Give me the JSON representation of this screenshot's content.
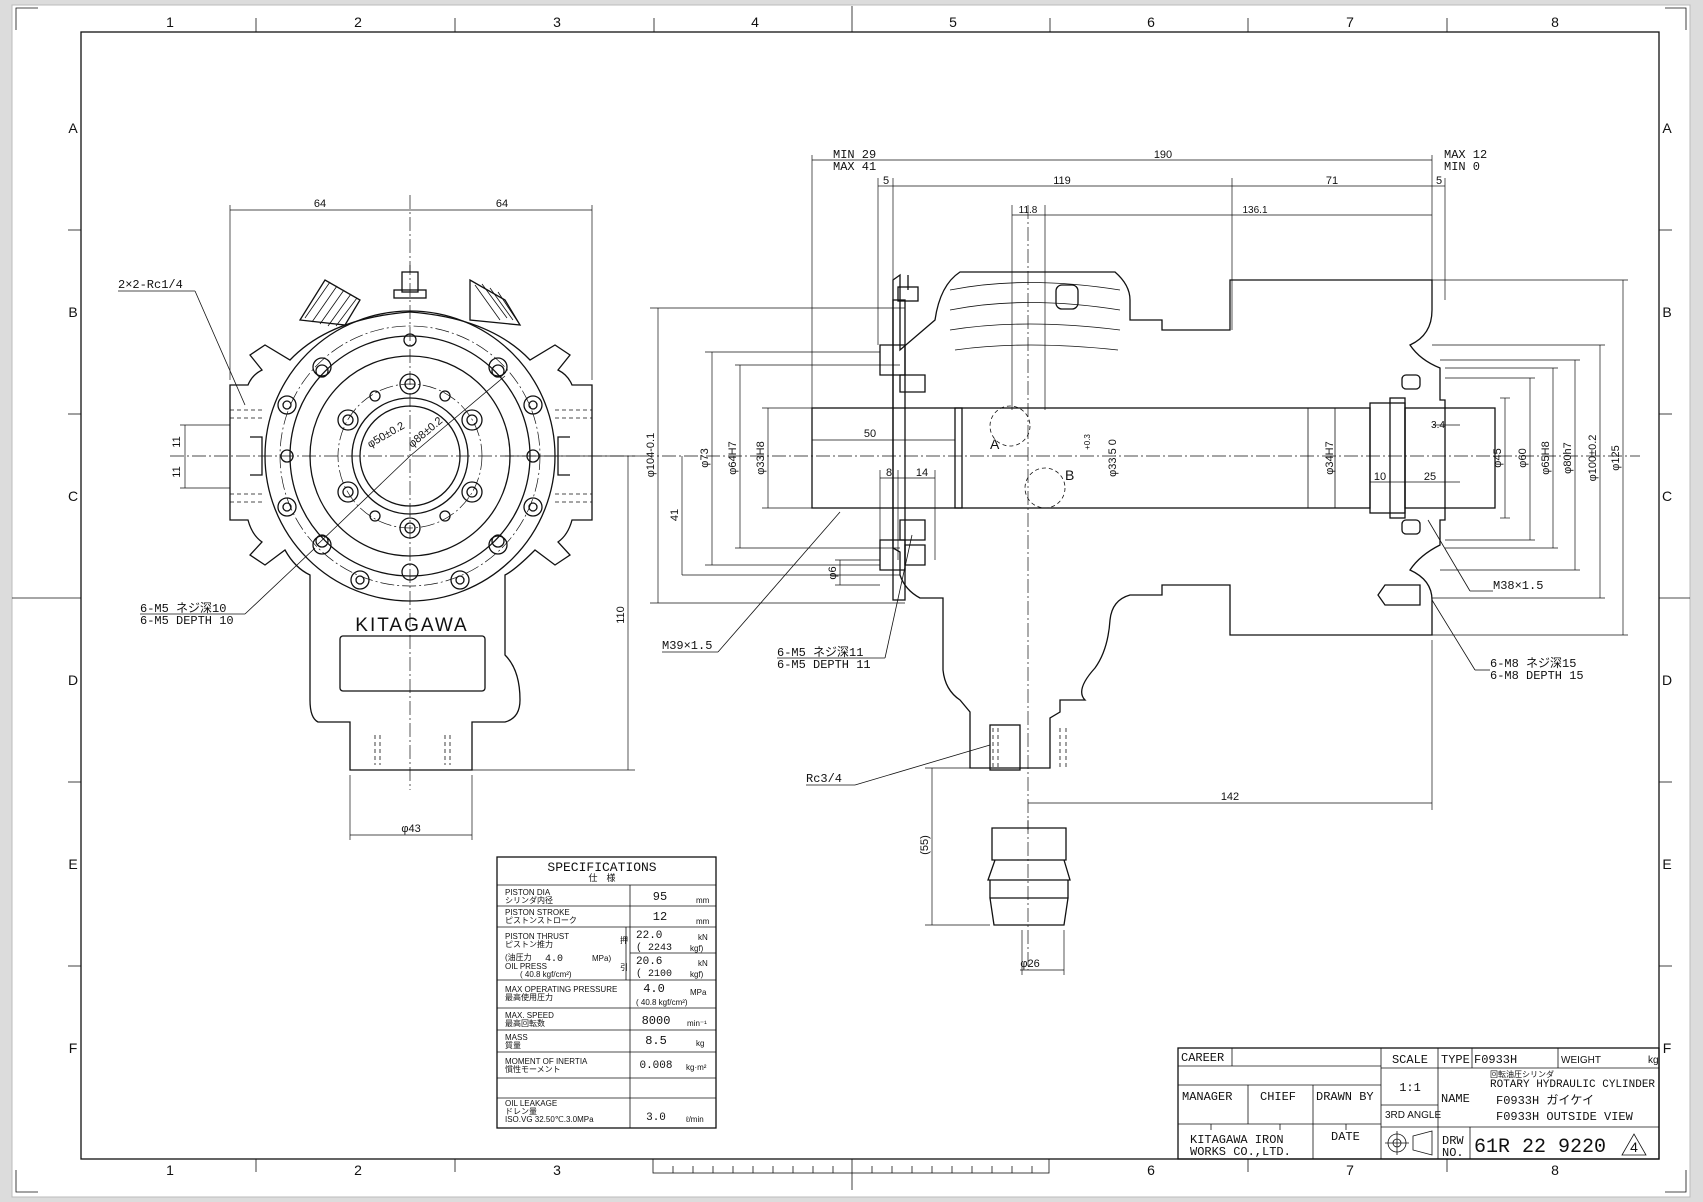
{
  "border": {
    "columns": [
      "1",
      "2",
      "3",
      "4",
      "5",
      "6",
      "7",
      "8"
    ],
    "rows": [
      "A",
      "B",
      "C",
      "D",
      "E",
      "F"
    ],
    "bottom_columns": [
      "1",
      "2",
      "3",
      "6",
      "7",
      "8"
    ]
  },
  "front_view": {
    "dim_left": "64",
    "dim_right": "64",
    "port_note": "2×2-Rc1/4",
    "dia_inner": "φ50±0.2",
    "dia_pcd": "φ88±0.2",
    "dim_11a": "11",
    "dim_11b": "11",
    "tap_note_jp": "6-M5 ネジ深10",
    "tap_note_en": "6-M5 DEPTH 10",
    "brand": "KITAGAWA",
    "dim_110": "110",
    "dim_43": "φ43"
  },
  "side_view": {
    "min29": "MIN 29",
    "max41": "MAX 41",
    "dim_190": "190",
    "max12": "MAX 12",
    "min0": "MIN  0",
    "dim_5a": "5",
    "dim_119": "119",
    "dim_71": "71",
    "dim_5b": "5",
    "dim_11_8": "11.8",
    "dim_136_1": "136.1",
    "dia_104": "φ104-0.1",
    "dia_73": "φ73",
    "dia_64h7": "φ64H7",
    "dia_33h8": "φ33H8",
    "dim_50": "50",
    "dim_41": "41",
    "dim_8": "8",
    "dim_14": "14",
    "label_a": "A",
    "label_b": "B",
    "dia_33_5": "φ33.5 0",
    "tol_33_5": "+0.3",
    "dia_34h7": "φ34H7",
    "dim_10": "10",
    "dim_25": "25",
    "dim_3_4": "3.4",
    "dia_45": "φ45",
    "dia_60": "φ60",
    "dia_65h8": "φ65H8",
    "dia_80h7": "φ80h7",
    "dia_100": "φ100±0.2",
    "dia_125": "φ125",
    "dim_6": "φ6",
    "thread_m39": "M39×1.5",
    "tap11_jp": "6-M5 ネジ深11",
    "tap11_en": "6-M5 DEPTH 11",
    "thread_m38": "M38×1.5",
    "tap15_jp": "6-M8 ネジ深15",
    "tap15_en": "6-M8 DEPTH 15",
    "rc34": "Rc3/4",
    "dim_142": "142",
    "dim_55": "(55)",
    "dim_26": "φ26"
  },
  "specifications": {
    "title": "SPECIFICATIONS",
    "title_jp": "仕　様",
    "rows": [
      {
        "en": "PISTON DIA",
        "jp": "シリンダ内径",
        "value": "95",
        "unit": "mm"
      },
      {
        "en": "PISTON STROKE",
        "jp": "ピストンストローク",
        "value": "12",
        "unit": "mm"
      },
      {
        "en": "MAX OPERATING PRESSURE",
        "jp": "最高使用圧力",
        "value": "4.0",
        "unit": "MPa",
        "value2": "( 40.8 kgf/cm²)"
      },
      {
        "en": "MAX. SPEED",
        "jp": "最高回転数",
        "value": "8000",
        "unit": "min⁻¹"
      },
      {
        "en": "MASS",
        "jp": "質量",
        "value": "8.5",
        "unit": "kg"
      },
      {
        "en": "MOMENT OF INERTIA",
        "jp": "慣性モーメント",
        "value": "0.008",
        "unit": "kg·m²"
      },
      {
        "en": "OIL LEAKAGE",
        "jp": "ドレン量",
        "jp2": "ISO.VG 32.50℃.3.0MPa",
        "value": "3.0",
        "unit": "ℓ/min"
      }
    ],
    "thrust": {
      "en": "PISTON THRUST",
      "jp": "ピストン推力",
      "press_jp": "(油圧力",
      "press_val": "4.0",
      "press_unit": "MPa)",
      "oil_press": "OIL PRESS",
      "press_kgf": "( 40.8  kgf/cm²)",
      "push_label": "押",
      "pull_label": "引",
      "push_kn": "22.0",
      "push_kgf": "( 2243",
      "pull_kn": "20.6",
      "pull_kgf": "( 2100",
      "unit_kn": "kN",
      "unit_kgf": "kgf)"
    }
  },
  "title_block": {
    "career": "CAREER",
    "manager": "MANAGER",
    "chief": "CHIEF",
    "drawn_by": "DRAWN BY",
    "date": "DATE",
    "company1": "KITAGAWA IRON",
    "company2": "WORKS CO.,LTD.",
    "scale_label": "SCALE",
    "scale_value": "1:1",
    "angle": "3RD ANGLE",
    "type_label": "TYPE",
    "type_value": "F0933H",
    "weight_label": "WEIGHT",
    "weight_unit": "kg",
    "name_label": "NAME",
    "name_jp": "回転油圧シリンダ",
    "name_en": "ROTARY HYDRAULIC CYLINDER",
    "name2": "F0933H ガイケイ",
    "name3": "F0933H OUTSIDE VIEW",
    "drw_label1": "DRW",
    "drw_label2": "NO.",
    "drw_no": "61R 22 9220",
    "rev": "4"
  }
}
